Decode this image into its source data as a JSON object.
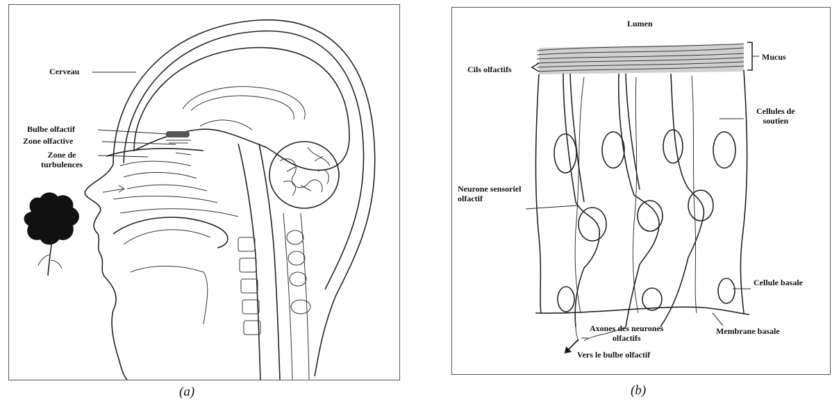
{
  "panel_a": {
    "labels": {
      "brain": "Cerveau",
      "olfactory_bulb": "Bulbe olfactif",
      "olfactory_zone": "Zone olfactive",
      "turbulence_zone": "Zone de\nturbulences"
    },
    "caption": "(a)"
  },
  "panel_b": {
    "labels": {
      "lumen": "Lumen",
      "olfactory_cilia": "Cils olfactifs",
      "mucus": "Mucus",
      "support_cells": "Cellules de\nsoutien",
      "sensory_neuron": "Neurone sensoriel\nolfactif",
      "basal_cell": "Cellule basale",
      "basal_membrane": "Membrane basale",
      "axons": "Axones des neurones\nolfactifs",
      "to_bulb": "Vers le bulbe olfactif"
    },
    "caption": "(b)"
  }
}
